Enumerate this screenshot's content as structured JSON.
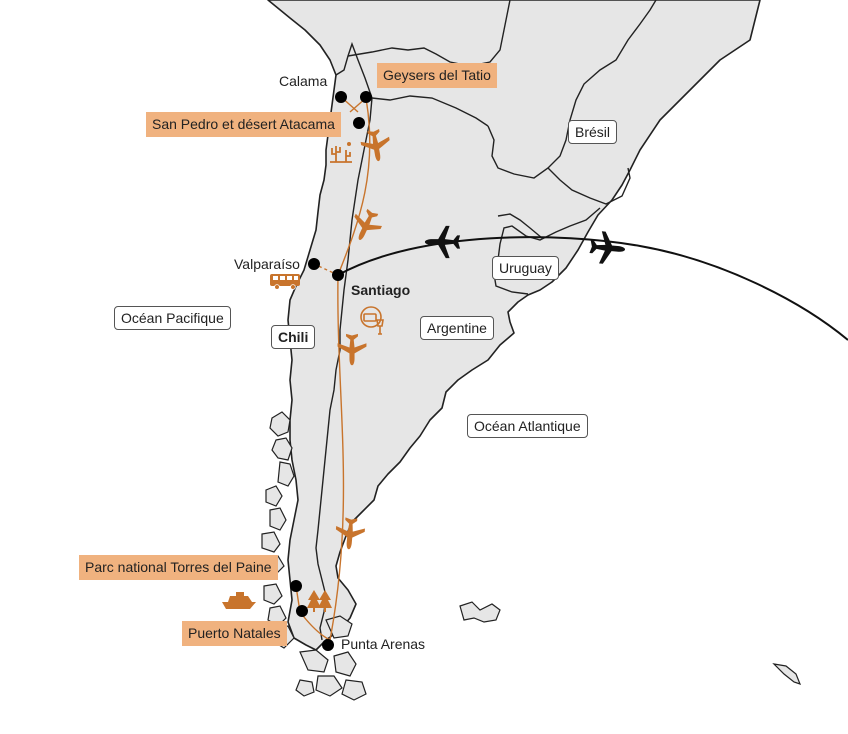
{
  "map": {
    "cities": {
      "calama": "Calama",
      "valparaiso": "Valparaíso",
      "santiago": "Santiago",
      "punta_arenas": "Punta Arenas"
    },
    "highlighted_stops": {
      "tatio": "Geysers del Tatio",
      "san_pedro": "San Pedro et désert Atacama",
      "torres_del_paine": "Parc national Torres del Paine",
      "puerto_natales": "Puerto Natales"
    },
    "regions": {
      "bresil": "Brésil",
      "uruguay": "Uruguay",
      "argentine": "Argentine",
      "chili": "Chili",
      "ocean_pacifique": "Océan Pacifique",
      "ocean_atlantique": "Océan Atlantique"
    },
    "colors": {
      "land": "#e6e6e6",
      "border": "#222222",
      "route": "#c8742c",
      "label_highlight": "#f0b27f",
      "international_flight": "#111111"
    },
    "icons": [
      "plane-icon",
      "bus-icon",
      "boat-icon",
      "cactus-icon",
      "trees-icon",
      "wine-icon"
    ]
  }
}
